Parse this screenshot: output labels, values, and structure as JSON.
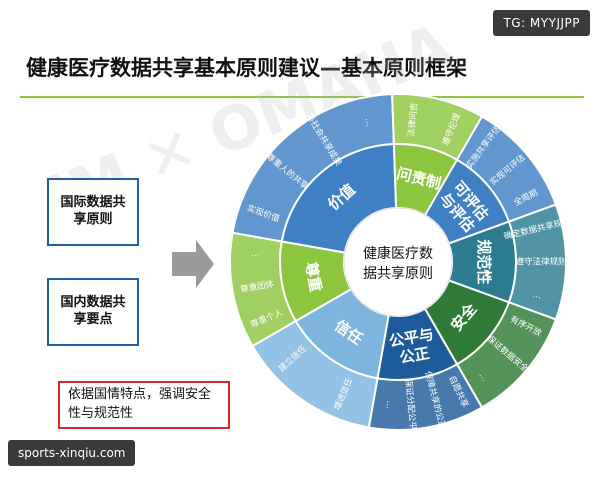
{
  "badge": "TG: MYYJJPP",
  "title": "健康医疗数据共享基本原则建议—基本原则框架",
  "left_boxes": {
    "international": "国际数据共享原则",
    "domestic": "国内数据共享要点"
  },
  "note": "依据国情特点，强调安全性与规范性",
  "bottom_watermark": "sports-xinqiu.com",
  "background_watermark": "iM ✕ OMAHA",
  "diagram": {
    "center": "健康医疗数据共享原则",
    "colors": {
      "darkblue": "#1e5b9a",
      "blue": "#3f7fc3",
      "lightblue": "#7db5de",
      "green": "#8cc63f",
      "darkgreen": "#2f7a36",
      "teal": "#2b7c8f"
    },
    "sectors": [
      {
        "label": "价值",
        "color": "#3f7fc3",
        "start": -80,
        "end": -2,
        "items": [
          "实现价值",
          "尊重人的共享",
          "与社会共享成果",
          "…"
        ]
      },
      {
        "label": "问责制",
        "color": "#8cc63f",
        "start": -2,
        "end": 30,
        "items": [
          "法律问责",
          "遵守伦理"
        ]
      },
      {
        "label": "可评估与评估",
        "color": "#3f7fc3",
        "start": 30,
        "end": 70,
        "items": [
          "实施共享评估",
          "实现可评估",
          "全周期"
        ]
      },
      {
        "label": "规范性",
        "color": "#2b7c8f",
        "start": 70,
        "end": 110,
        "items": [
          "确定数据共享规范",
          "遵守法律规则",
          "…"
        ]
      },
      {
        "label": "安全",
        "color": "#2f7a36",
        "start": 110,
        "end": 150,
        "items": [
          "有序开放",
          "保证数据安全",
          "…"
        ]
      },
      {
        "label": "公平与公正",
        "color": "#1e5b9a",
        "start": 150,
        "end": 190,
        "items": [
          "自愿共享",
          "保障共享的公正",
          "保证分配公平",
          "…"
        ]
      },
      {
        "label": "信任",
        "color": "#7db5de",
        "start": 190,
        "end": 240,
        "items": [
          "增进信任",
          "建立信任"
        ]
      },
      {
        "label": "尊重",
        "color": "#8cc63f",
        "start": 240,
        "end": 280,
        "items": [
          "尊重个人",
          "尊重团体",
          "…"
        ]
      }
    ]
  }
}
